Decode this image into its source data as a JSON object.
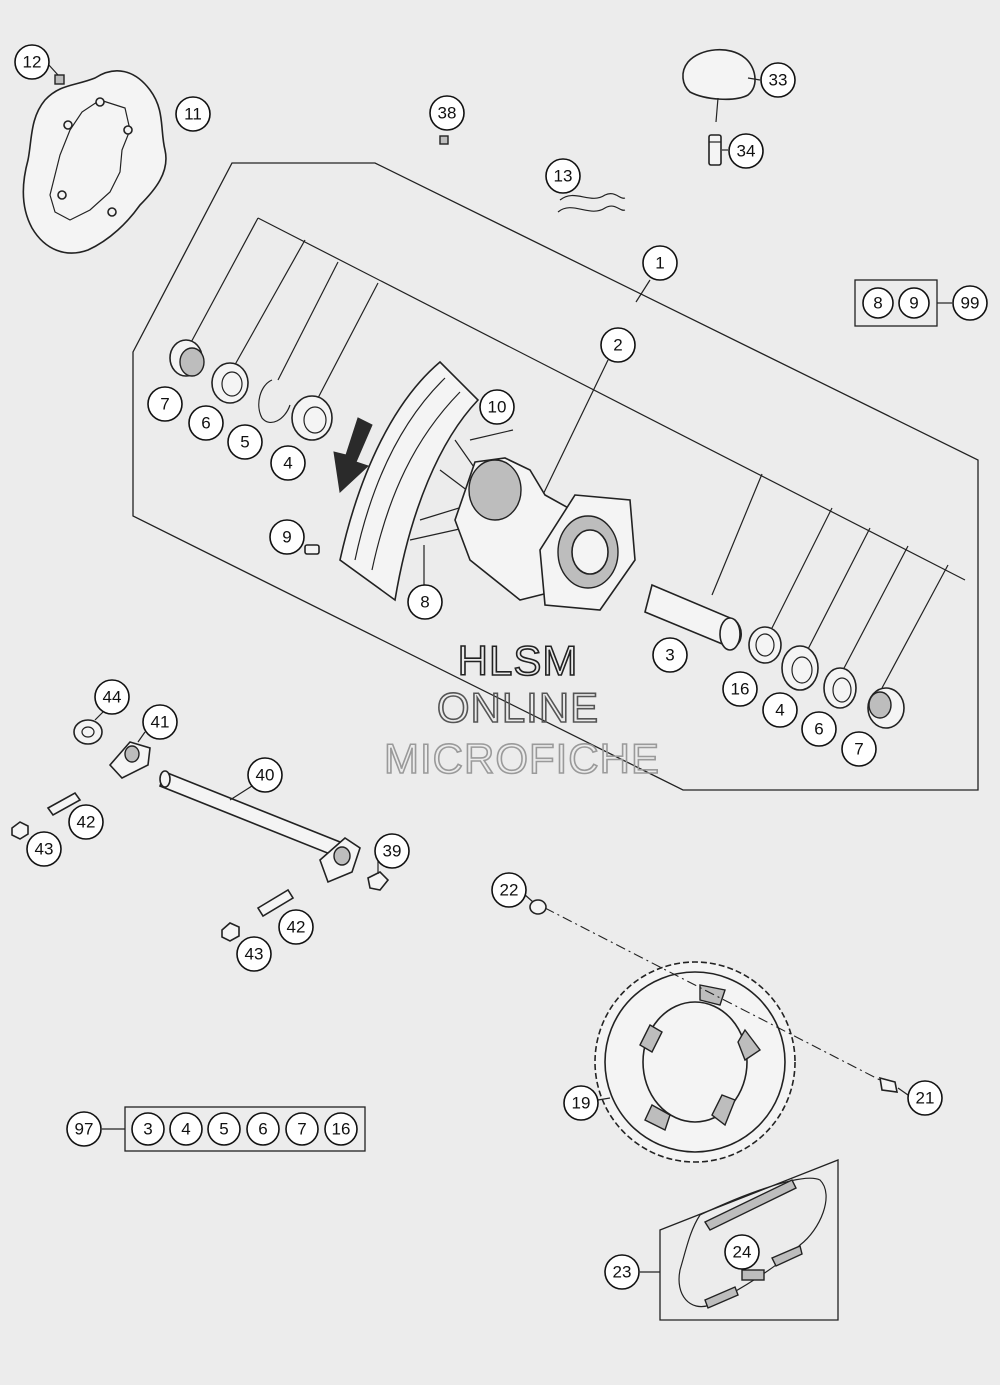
{
  "watermark": {
    "line1": "HLSM",
    "line2": "ONLINE",
    "line3": "MICROFICHE"
  },
  "callouts": {
    "c1": "1",
    "c2": "2",
    "c3": "3",
    "c4a": "4",
    "c4b": "4",
    "c5": "5",
    "c6a": "6",
    "c6b": "6",
    "c7a": "7",
    "c7b": "7",
    "c8": "8",
    "c9": "9",
    "c10": "10",
    "c11": "11",
    "c12": "12",
    "c13": "13",
    "c16": "16",
    "c19": "19",
    "c21": "21",
    "c22": "22",
    "c23": "23",
    "c24": "24",
    "c33": "33",
    "c34": "34",
    "c38": "38",
    "c39": "39",
    "c40": "40",
    "c41": "41",
    "c42a": "42",
    "c42b": "42",
    "c43a": "43",
    "c43b": "43",
    "c44": "44"
  },
  "kit_99": {
    "label": "99",
    "items": [
      "8",
      "9"
    ]
  },
  "kit_97": {
    "label": "97",
    "items": [
      "3",
      "4",
      "5",
      "6",
      "7",
      "16"
    ]
  }
}
